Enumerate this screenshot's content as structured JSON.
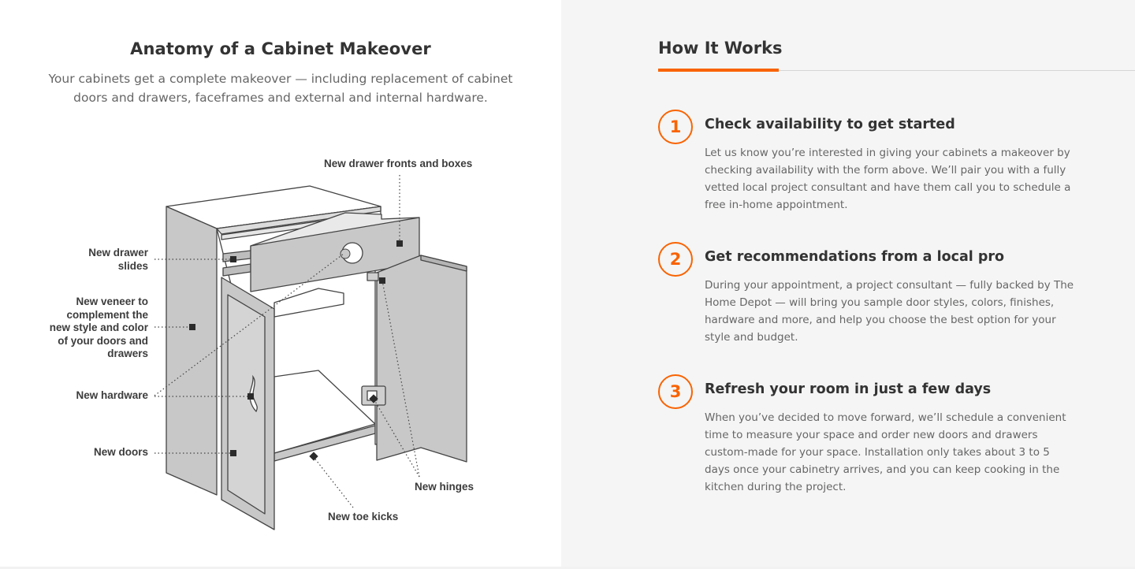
{
  "diagram": {
    "title": "Anatomy of a Cabinet Makeover",
    "subtitle": "Your cabinets get a complete makeover — including replacement of cabinet doors and drawers, faceframes and external and internal hardware.",
    "callouts": {
      "drawer_fronts": "New drawer fronts and boxes",
      "drawer_slides": "New drawer\nslides",
      "veneer": "New veneer to\ncomplement the\nnew style and color\nof your doors and\ndrawers",
      "hardware": "New hardware",
      "doors": "New doors",
      "hinges": "New hinges",
      "toe_kicks": "New toe kicks"
    }
  },
  "how_it_works": {
    "title": "How It Works",
    "steps": [
      {
        "number": "1",
        "title": "Check availability to get started",
        "body": "Let us know you’re interested in giving your cabinets a makeover by checking availability with the form above. We’ll pair you with a fully vetted local project consultant and have them call you to schedule a free in-home appointment."
      },
      {
        "number": "2",
        "title": "Get recommendations from a local pro",
        "body": "During your appointment, a project consultant — fully backed by The Home Depot — will bring you sample door styles, colors, finishes, hardware and more, and help you choose the best option for your style and budget."
      },
      {
        "number": "3",
        "title": "Refresh your room in just a few days",
        "body": "When you’ve decided to move forward, we’ll schedule a convenient time to measure your space and order new doors and drawers custom-made for your space. Installation only takes about 3 to 5 days once your cabinetry arrives, and you can keep cooking in the kitchen during the project."
      }
    ]
  },
  "colors": {
    "accent": "#f96302",
    "panel_bg": "#f4f5f4",
    "cabinet_fill": "#c8c8c8"
  }
}
